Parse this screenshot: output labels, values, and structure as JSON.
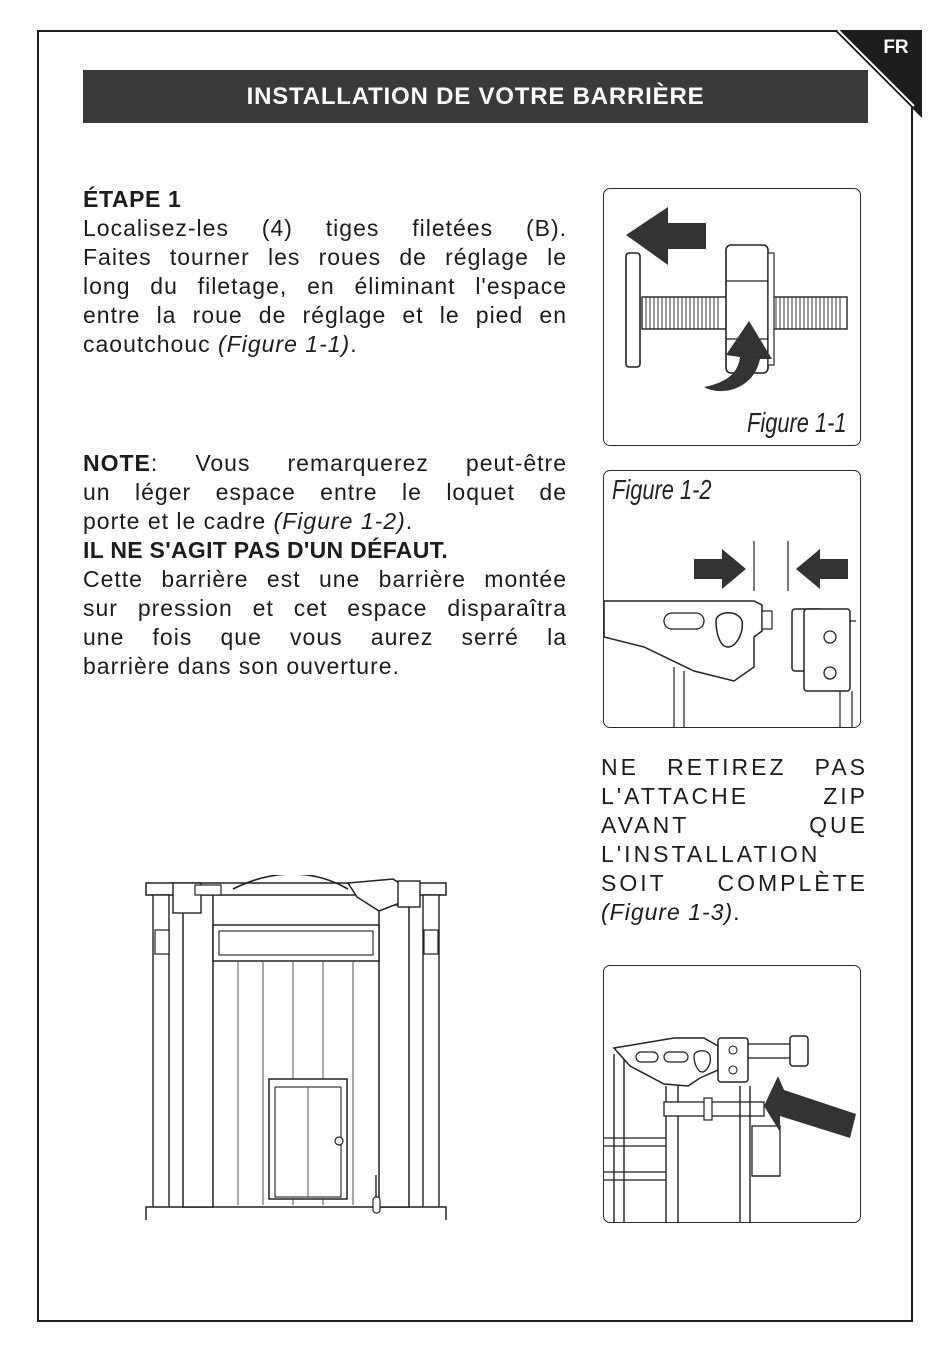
{
  "page": {
    "lang_tab": "FR",
    "title": "INSTALLATION DE VOTRE BARRIÈRE"
  },
  "step1": {
    "heading": "ÉTAPE 1",
    "lines": [
      "Localisez-les (4) tiges filetées (B).",
      "Faites tourner les roues de réglage le",
      "long du filetage, en éliminant l'espace",
      "entre la roue de réglage et le pied en"
    ],
    "last_line_text": "caoutchouc ",
    "last_line_ref": "(Figure 1-1)",
    "last_line_end": "."
  },
  "note": {
    "label": "NOTE",
    "line1_rest": ": Vous remarquerez peut-être",
    "line2": "un léger espace entre le loquet de",
    "line3_text": "porte et le cadre ",
    "line3_ref": "(Figure 1-2)",
    "line3_end": ".",
    "warning": "IL NE S'AGIT PAS D'UN DÉFAUT.",
    "body_lines": [
      "Cette barrière est une barrière montée",
      "sur pression et cet espace disparaîtra",
      "une fois que vous aurez serré la"
    ],
    "body_last": "barrière dans son ouverture."
  },
  "zip_note": {
    "lines": [
      "NE RETIREZ PAS",
      "L'ATTACHE ZIP",
      "AVANT QUE",
      "L'INSTALLATION",
      "SOIT COMPLÈTE"
    ],
    "ref": "(Figure 1-3)",
    "end": "."
  },
  "figures": {
    "fig1_label": "Figure 1-1",
    "fig2_label": "Figure 1-2"
  },
  "colors": {
    "banner": "#3a3a3a",
    "ink": "#1c1c1c"
  },
  "icons": [
    "arrow-left-icon",
    "curved-arrow-icon",
    "arrow-right-icon",
    "arrow-pointer-icon"
  ]
}
